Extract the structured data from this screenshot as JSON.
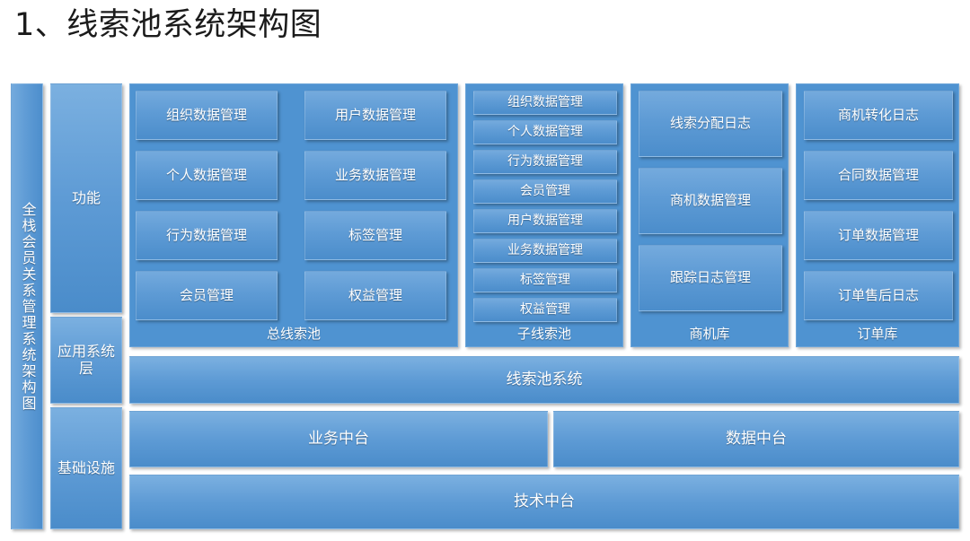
{
  "page": {
    "title": "1、线索池系统架构图"
  },
  "diagram": {
    "spine_label": "全栈会员关系管理系统架构图",
    "layers": [
      {
        "key": "function",
        "label": "功能"
      },
      {
        "key": "application",
        "label": "应用系统层"
      },
      {
        "key": "infrastructure",
        "label": "基础设施"
      }
    ],
    "groups": [
      {
        "key": "main-lead-pool",
        "label": "总线索池",
        "items": [
          "组织数据管理",
          "用户数据管理",
          "个人数据管理",
          "业务数据管理",
          "行为数据管理",
          "标签管理",
          "会员管理",
          "权益管理"
        ]
      },
      {
        "key": "sub-lead-pool",
        "label": "子线索池",
        "items": [
          "组织数据管理",
          "个人数据管理",
          "行为数据管理",
          "会员管理",
          "用户数据管理",
          "业务数据管理",
          "标签管理",
          "权益管理"
        ]
      },
      {
        "key": "opportunity-repository",
        "label": "商机库",
        "items": [
          "线索分配日志",
          "商机数据管理",
          "跟踪日志管理"
        ]
      },
      {
        "key": "order-repository",
        "label": "订单库",
        "items": [
          "商机转化日志",
          "合同数据管理",
          "订单数据管理",
          "订单售后日志"
        ]
      }
    ],
    "bars": {
      "system": "线索池系统",
      "business_midend": "业务中台",
      "data_midend": "数据中台",
      "tech_midend": "技术中台"
    }
  },
  "colors": {
    "block_light": "#74aadd",
    "block_mid": "#5e9bd5",
    "block_dark": "#4b8dcb",
    "panel": "#4f93d1",
    "text": "#ffffff",
    "title_text": "#1b1b1b"
  }
}
